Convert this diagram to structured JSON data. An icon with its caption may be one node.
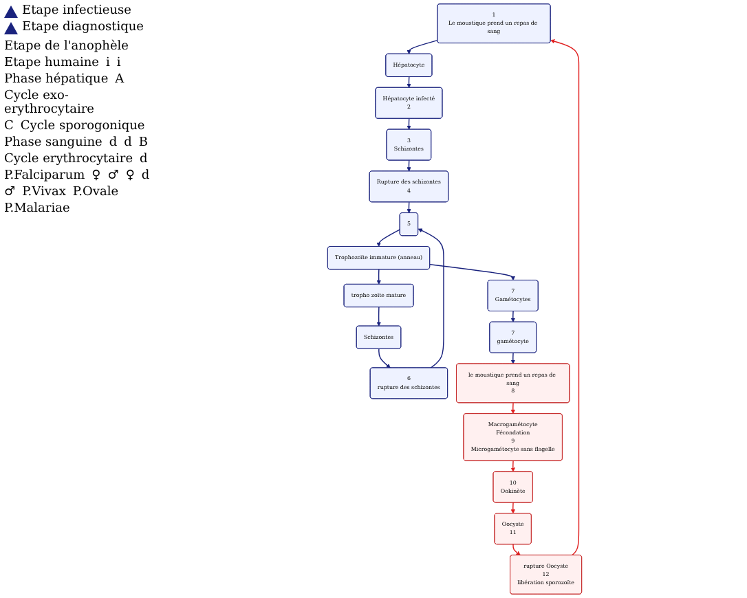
{
  "diagram": {
    "nodes": [
      {
        "text": [
          "1",
          "Le moustique prend un repas de sang"
        ]
      },
      {
        "text": [
          "Hépatocyte"
        ]
      },
      {
        "text": [
          "Hépatocyte infecté",
          "2"
        ]
      },
      {
        "text": [
          "3",
          "Schizontes"
        ]
      },
      {
        "text": [
          "Rupture des schizontes",
          "4"
        ]
      },
      {
        "text": [
          "5"
        ]
      },
      {
        "text": [
          "Trophozoïte immature (anneau)"
        ]
      },
      {
        "text": [
          "tropho zoïte mature"
        ]
      },
      {
        "text": [
          "Schizontes"
        ]
      },
      {
        "text": [
          "6",
          "rupture des schizontes"
        ]
      },
      {
        "text": [
          "7",
          "Gamétocytes"
        ]
      },
      {
        "text": [
          "7",
          "gamétocyte"
        ]
      },
      {
        "text": [
          "le moustique prend un repas de sang",
          "8"
        ]
      },
      {
        "text": [
          "Macrogamétocyte",
          "Fécondation",
          "9",
          "Microgamétocyte sans flagelle"
        ]
      },
      {
        "text": [
          "10",
          "Ookinète"
        ]
      },
      {
        "text": [
          "Oocyste",
          "11"
        ]
      },
      {
        "text": [
          "rupture Oocyste",
          "12",
          "libération sporozoïte"
        ]
      }
    ],
    "edges": [
      {
        "from": 0,
        "to": 1,
        "arrow": "to"
      },
      {
        "from": 1,
        "to": 2,
        "arrow": "to"
      },
      {
        "from": 2,
        "to": 3,
        "arrow": "to"
      },
      {
        "from": 3,
        "to": 4,
        "arrow": "to"
      },
      {
        "from": 4,
        "to": 5,
        "arrow": "to"
      },
      {
        "from": 5,
        "to": 6,
        "arrow": "to"
      },
      {
        "from": 6,
        "to": 7,
        "arrow": "to"
      },
      {
        "from": 7,
        "to": 8,
        "arrow": "to"
      },
      {
        "from": 8,
        "to": 9,
        "arrow": "to"
      },
      {
        "from": 9,
        "to": 5,
        "arrow": "to"
      },
      {
        "from": 6,
        "to": 10,
        "arrow": "to"
      },
      {
        "from": 10,
        "to": 11,
        "arrow": "to"
      },
      {
        "from": 11,
        "to": 12,
        "arrow": "to"
      },
      {
        "from": 12,
        "to": 13,
        "arrow": "to",
        "color": "#e02020"
      },
      {
        "from": 13,
        "to": 14,
        "arrow": "to",
        "color": "#e02020"
      },
      {
        "from": 14,
        "to": 15,
        "arrow": "to",
        "color": "#e02020"
      },
      {
        "from": 15,
        "to": 16,
        "arrow": "to",
        "color": "#e02020"
      },
      {
        "from": 16,
        "to": 0,
        "arrow": "to",
        "color": "#e02020"
      }
    ],
    "labels": [
      "Etape de l'anophèle",
      "Etape humaine",
      "i",
      "i",
      "Phase hépatique",
      "A",
      "Cycle exo-erythrocytaire",
      "C",
      "Cycle sporogonique",
      "Phase sanguine",
      "d",
      "d",
      "B",
      "Cycle erythrocytaire",
      "d",
      "P.Falciparum",
      "♀",
      "♂",
      "♀",
      "d",
      "♂",
      "P.Vivax",
      "P.Ovale",
      "P.Malariae"
    ],
    "legend": [
      {
        "text": "Etape infectieuse"
      },
      {
        "text": "Etape diagnostique"
      }
    ]
  }
}
